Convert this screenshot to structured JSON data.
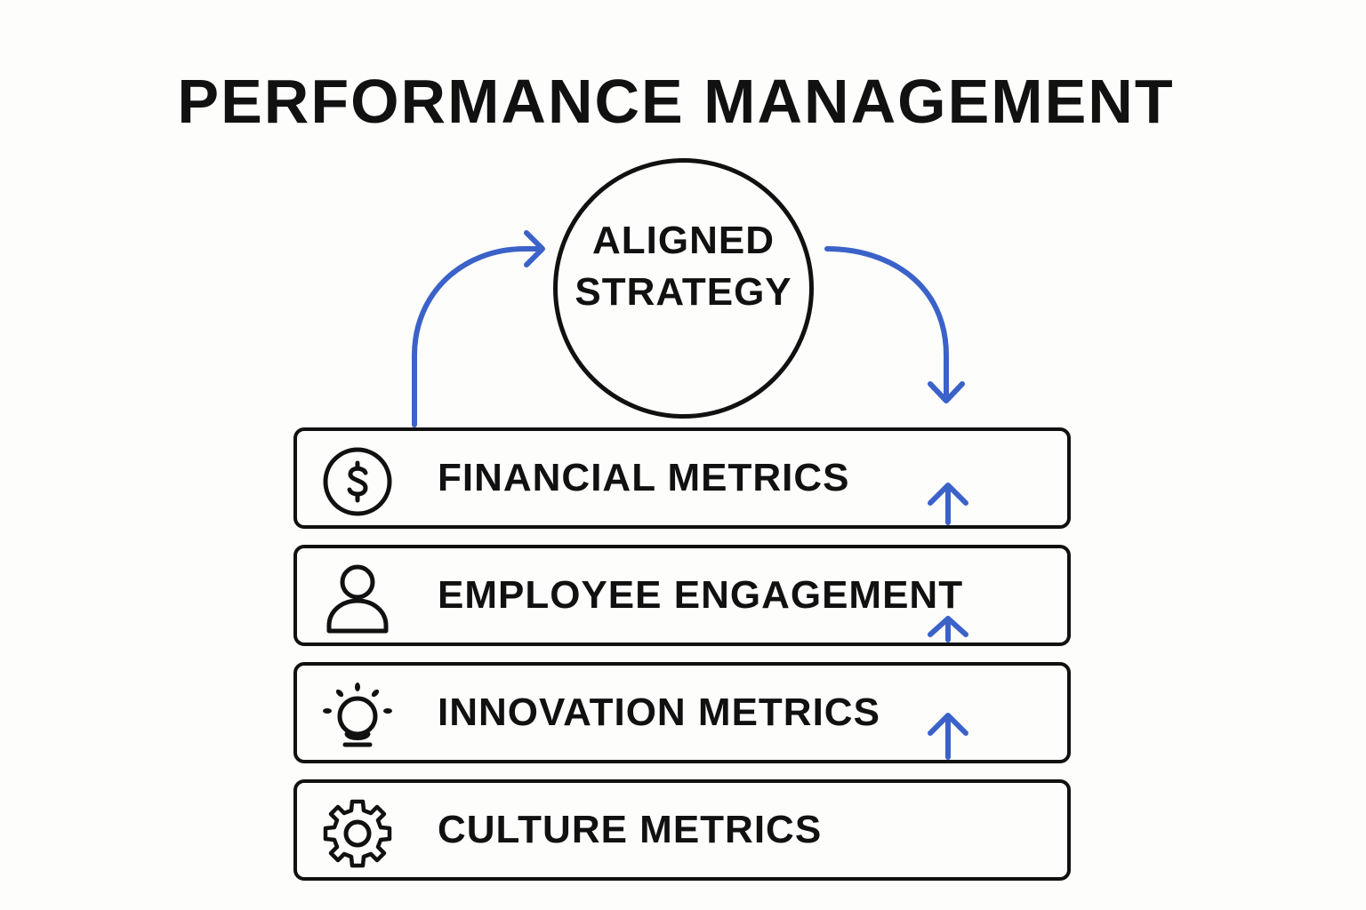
{
  "title": "PERFORMANCE MANAGEMENT",
  "center_node": {
    "line1": "ALIGNED",
    "line2": "STRATEGY"
  },
  "metrics": [
    {
      "label": "FINANCIAL METRICS",
      "icon": "dollar-circle-icon"
    },
    {
      "label": "EMPLOYEE ENGAGEMENT",
      "icon": "person-icon"
    },
    {
      "label": "INNOVATION METRICS",
      "icon": "lightbulb-icon"
    },
    {
      "label": "CULTURE METRICS",
      "icon": "gear-icon"
    }
  ],
  "colors": {
    "arrow": "#3b62c9",
    "stroke": "#111111",
    "background": "#fdfdfb"
  }
}
